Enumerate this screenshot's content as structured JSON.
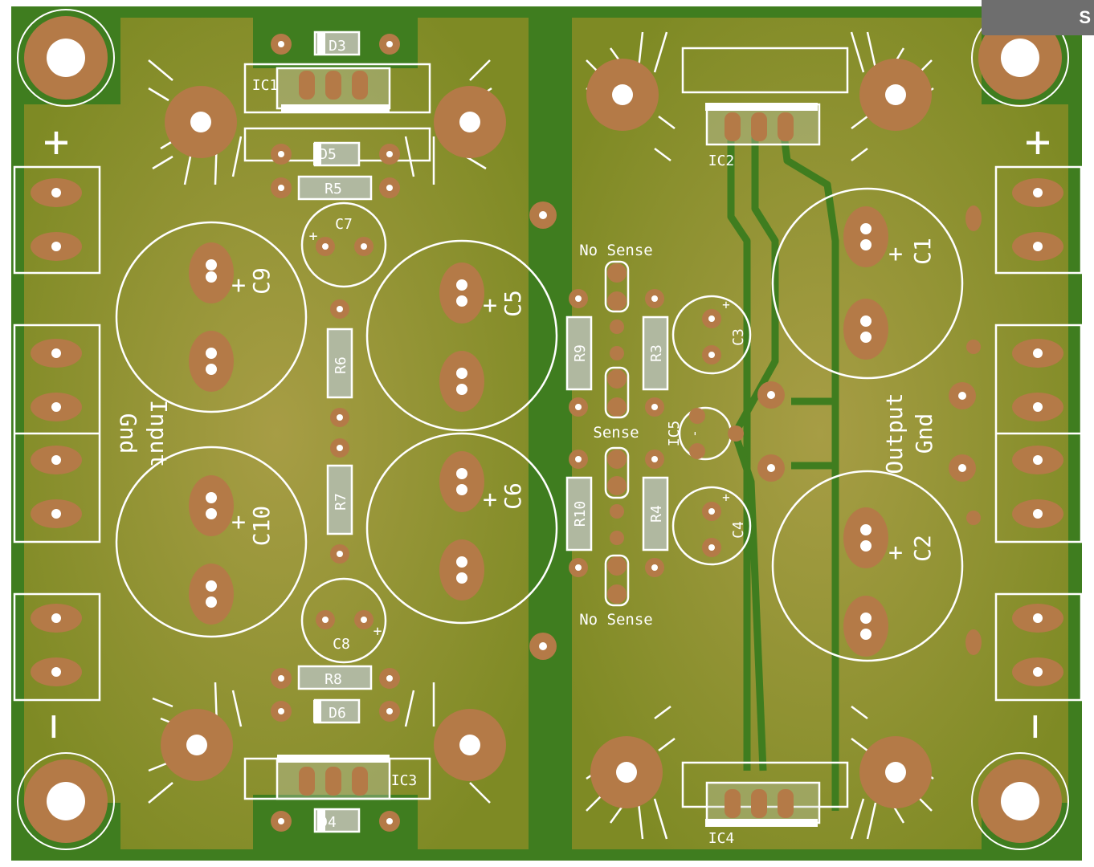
{
  "colors": {
    "board": "#3f7d1f",
    "copper_fill": "#8b8f2a",
    "pad": "#b47a47",
    "silk": "#ffffff",
    "hole": "#ffffff"
  },
  "corner_tab_label": "S",
  "silkscreen": {
    "plus_left": "+",
    "plus_right": "+",
    "minus_left": "−",
    "minus_right": "−",
    "input_label": "Input",
    "input_gnd": "Gnd",
    "output_label": "Output",
    "output_gnd": "Gnd",
    "no_sense_top": "No Sense",
    "sense_mid": "Sense",
    "no_sense_bottom": "No Sense",
    "pol_plus": "+",
    "pol_minus": "-"
  },
  "components": {
    "D3": "D3",
    "D4": "D4",
    "D5": "D5",
    "D6": "D6",
    "R3": "R3",
    "R4": "R4",
    "R5": "R5",
    "R6": "R6",
    "R7": "R7",
    "R8": "R8",
    "R9": "R9",
    "R10": "R10",
    "C1": "C1",
    "C2": "C2",
    "C3": "C3",
    "C4": "C4",
    "C5": "C5",
    "C6": "C6",
    "C7": "C7",
    "C8": "C8",
    "C9": "C9",
    "C10": "C10",
    "IC1": "IC1",
    "IC2": "IC2",
    "IC3": "IC3",
    "IC4": "IC4",
    "IC5": "IC5"
  }
}
